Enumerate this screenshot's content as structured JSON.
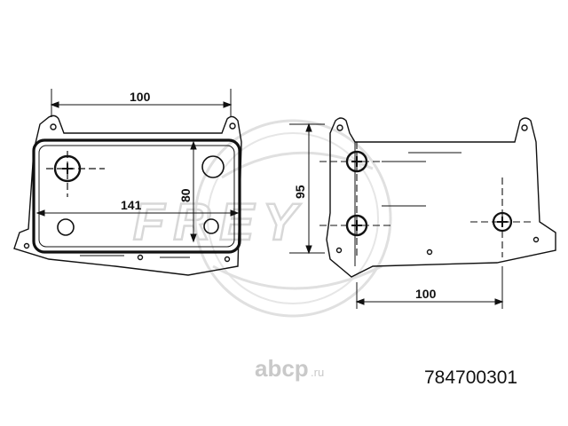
{
  "drawing": {
    "dimensions": {
      "top_width": "100",
      "body_width": "141",
      "body_height": "80",
      "side_height": "95",
      "side_spacing": "100"
    },
    "part_number": "784700301"
  },
  "watermarks": {
    "brand": "FREY",
    "site_name": "abcp",
    "site_tld": ".ru"
  }
}
